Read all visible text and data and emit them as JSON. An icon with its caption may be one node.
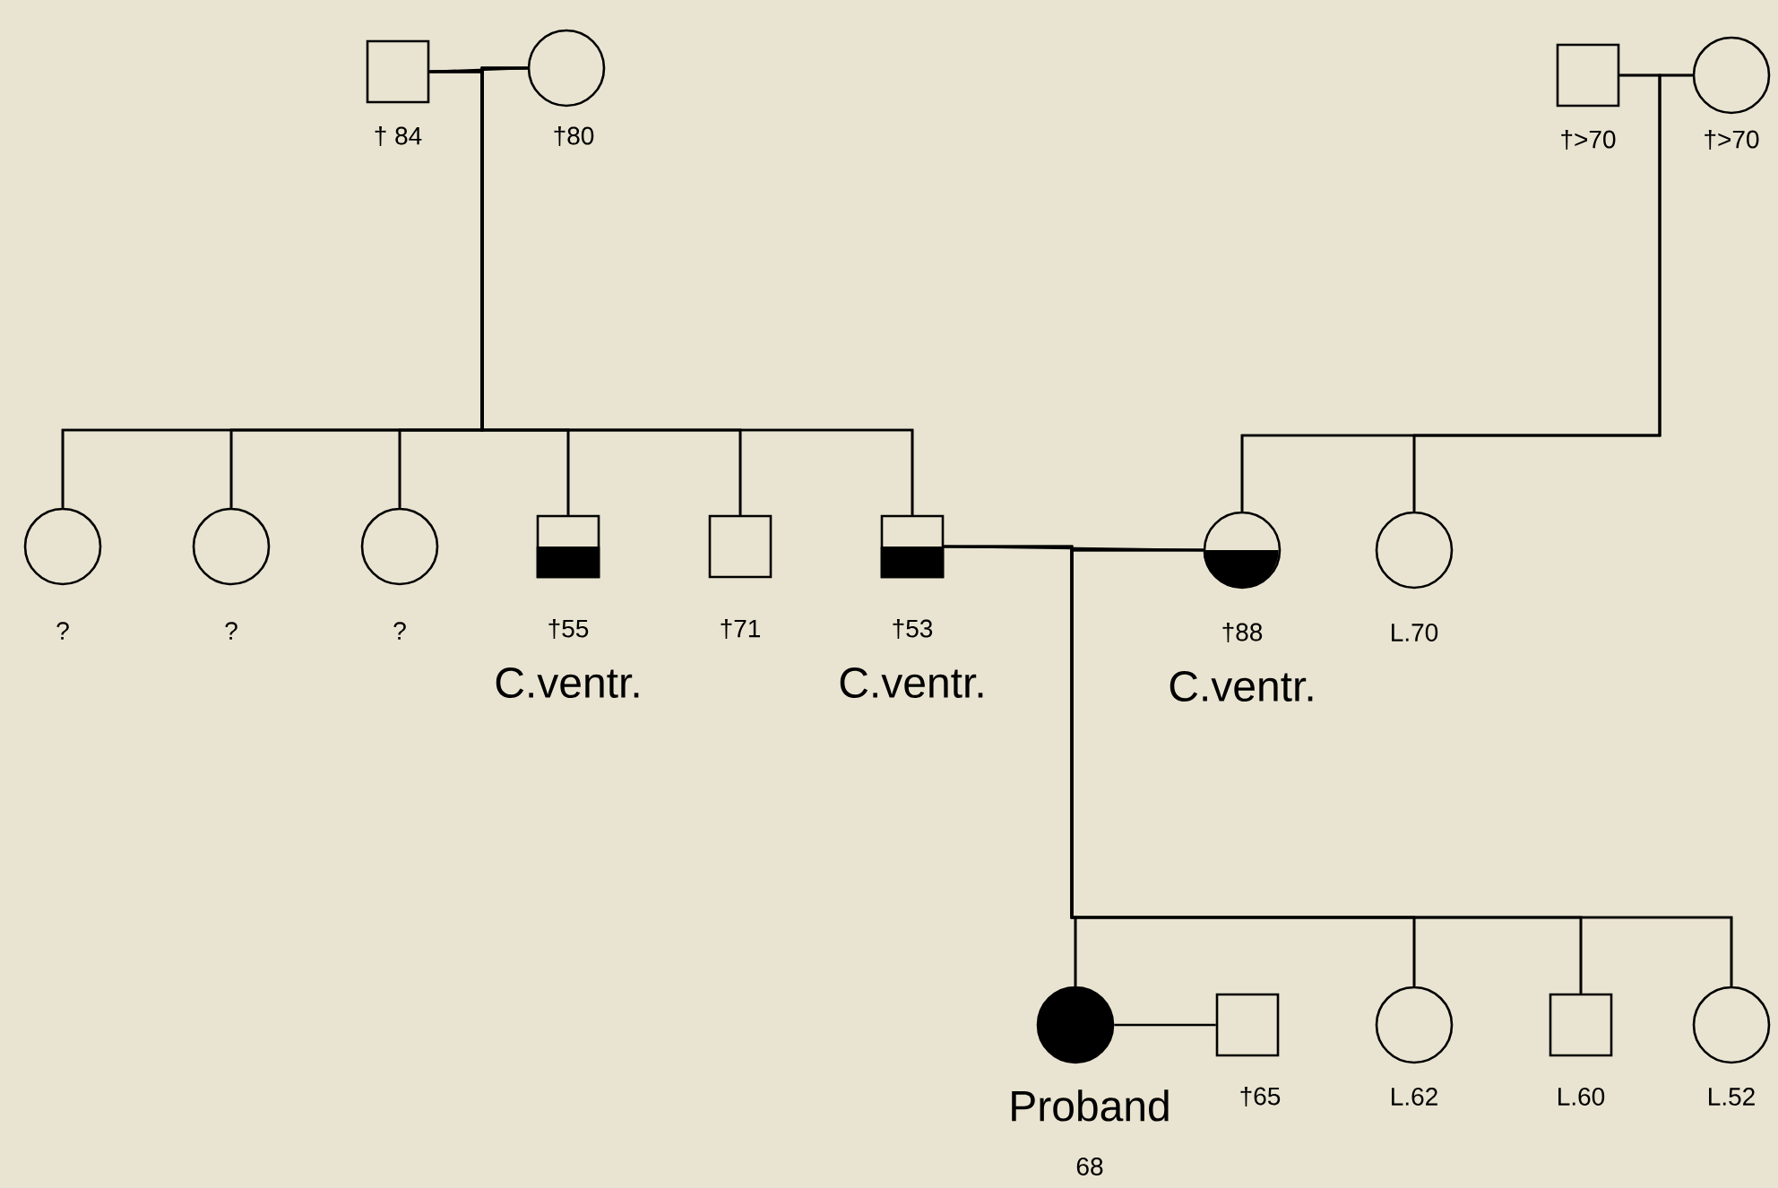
{
  "diagram": {
    "nodes": [
      {
        "text": [],
        "shape": "box",
        "beside": [
          "† 84"
        ]
      },
      {
        "text": [],
        "shape": "circle",
        "beside": [
          "†80"
        ]
      },
      {
        "text": [],
        "shape": "box",
        "beside": [
          "†>70"
        ]
      },
      {
        "text": [],
        "shape": "circle",
        "beside": [
          "†>70"
        ]
      },
      {
        "text": [],
        "shape": "circle",
        "beside": [
          "?"
        ]
      },
      {
        "text": [],
        "shape": "circle",
        "beside": [
          "?"
        ]
      },
      {
        "text": [],
        "shape": "circle",
        "beside": [
          "?"
        ]
      },
      {
        "text": [],
        "shape": "box",
        "beside": [
          "†55",
          "C.ventr."
        ]
      },
      {
        "text": [],
        "shape": "box",
        "beside": [
          "†71"
        ]
      },
      {
        "text": [],
        "shape": "box",
        "beside": [
          "†53",
          "C.ventr."
        ]
      },
      {
        "text": [],
        "shape": "circle",
        "beside": [
          "†88",
          "C.ventr."
        ]
      },
      {
        "text": [],
        "shape": "circle",
        "beside": [
          "L.70"
        ]
      },
      {
        "text": [],
        "shape": "circle",
        "beside": [
          "Proband",
          "68"
        ]
      },
      {
        "text": [],
        "shape": "box",
        "beside": [
          "†65"
        ]
      },
      {
        "text": [],
        "shape": "circle",
        "beside": [
          "L.62"
        ]
      },
      {
        "text": [],
        "shape": "box",
        "beside": [
          "L.60"
        ]
      },
      {
        "text": [],
        "shape": "circle",
        "beside": [
          "L.52"
        ]
      }
    ],
    "edges": [
      {
        "from": 0,
        "to": 1,
        "arrow": "none"
      },
      {
        "from": 2,
        "to": 3,
        "arrow": "none"
      },
      {
        "from": 9,
        "to": 10,
        "arrow": "none"
      },
      {
        "from": 12,
        "to": 13,
        "arrow": "none"
      },
      {
        "from": 0,
        "to": 4,
        "arrow": "none"
      },
      {
        "from": 0,
        "to": 5,
        "arrow": "none"
      },
      {
        "from": 0,
        "to": 6,
        "arrow": "none"
      },
      {
        "from": 0,
        "to": 7,
        "arrow": "none"
      },
      {
        "from": 0,
        "to": 8,
        "arrow": "none"
      },
      {
        "from": 0,
        "to": 9,
        "arrow": "none"
      },
      {
        "from": 1,
        "to": 4,
        "arrow": "none"
      },
      {
        "from": 1,
        "to": 5,
        "arrow": "none"
      },
      {
        "from": 1,
        "to": 6,
        "arrow": "none"
      },
      {
        "from": 1,
        "to": 7,
        "arrow": "none"
      },
      {
        "from": 1,
        "to": 8,
        "arrow": "none"
      },
      {
        "from": 1,
        "to": 9,
        "arrow": "none"
      },
      {
        "from": 2,
        "to": 10,
        "arrow": "none"
      },
      {
        "from": 2,
        "to": 11,
        "arrow": "none"
      },
      {
        "from": 3,
        "to": 10,
        "arrow": "none"
      },
      {
        "from": 3,
        "to": 11,
        "arrow": "none"
      },
      {
        "from": 9,
        "to": 12,
        "arrow": "none"
      },
      {
        "from": 9,
        "to": 14,
        "arrow": "none"
      },
      {
        "from": 9,
        "to": 15,
        "arrow": "none"
      },
      {
        "from": 9,
        "to": 16,
        "arrow": "none"
      },
      {
        "from": 10,
        "to": 12,
        "arrow": "none"
      },
      {
        "from": 10,
        "to": 14,
        "arrow": "none"
      },
      {
        "from": 10,
        "to": 15,
        "arrow": "none"
      },
      {
        "from": 10,
        "to": 16,
        "arrow": "none"
      }
    ]
  }
}
